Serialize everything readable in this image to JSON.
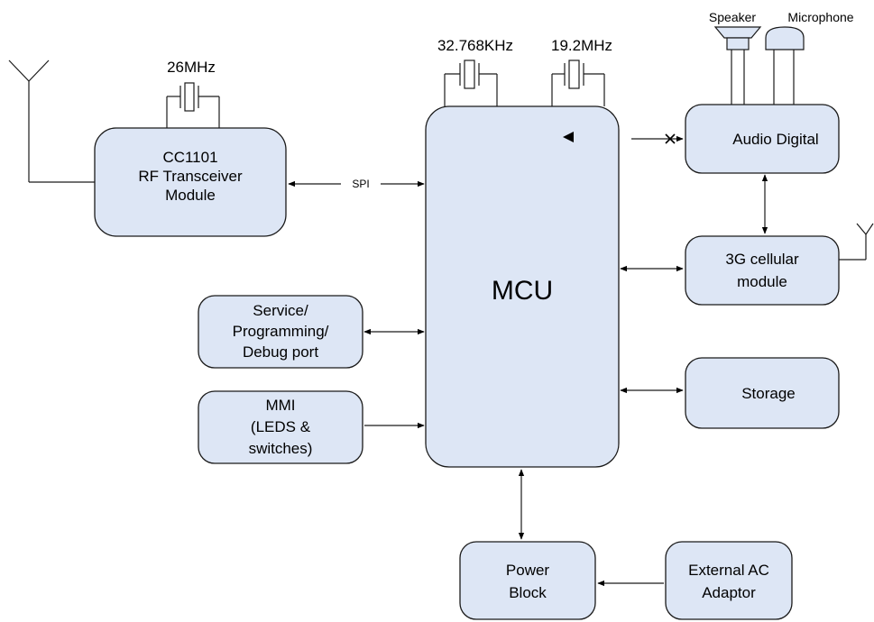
{
  "crystals": {
    "rf": "26MHz",
    "mcu_low": "32.768KHz",
    "mcu_high": "19.2MHz"
  },
  "blocks": {
    "rf_module": [
      "CC1101",
      "RF Transceiver",
      "Module"
    ],
    "mcu": "MCU",
    "service_port": [
      "Service/",
      "Programming/",
      "Debug port"
    ],
    "mmi": [
      "MMI",
      "(LEDS &",
      "switches)"
    ],
    "audio": "Audio Digital",
    "cellular": [
      "3G cellular",
      "module"
    ],
    "storage": "Storage",
    "power": [
      "Power",
      "Block"
    ],
    "ac_adaptor": [
      "External AC",
      "Adaptor"
    ]
  },
  "peripherals": {
    "speaker": "Speaker",
    "microphone": "Microphone"
  },
  "links": {
    "spi": "SPI"
  }
}
